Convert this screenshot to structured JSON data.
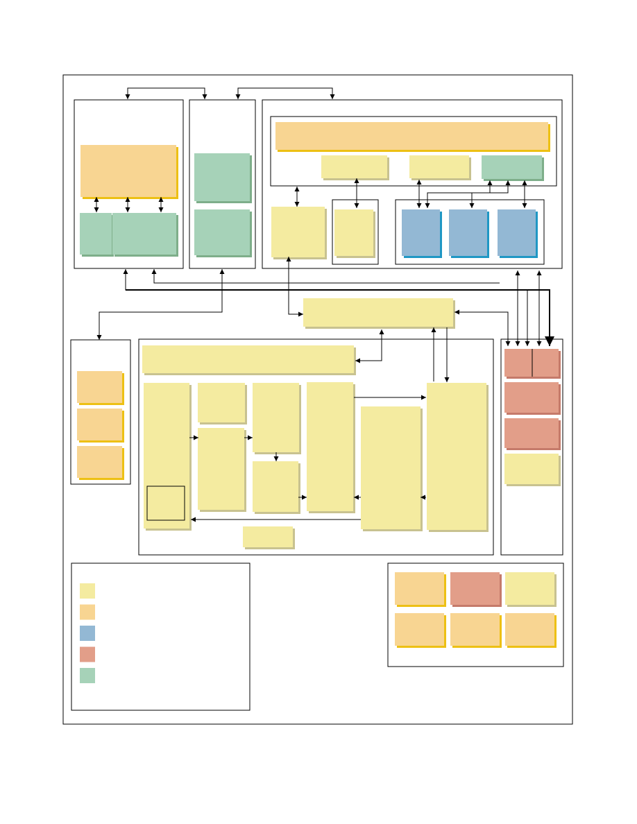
{
  "colors": {
    "light_yellow": "#f4eba0",
    "light_yellow_shadow": "#c8c290",
    "orange": "#f8d592",
    "orange_shadow": "#edc014",
    "blue": "#93b8d4",
    "blue_shadow": "#1f97c4",
    "red": "#e29e89",
    "red_shadow": "#c57a6a",
    "green": "#a6d2b8",
    "green_shadow": "#7eae8a",
    "outline": "#000000"
  },
  "legend": {
    "swatches": [
      {
        "color": "light_yellow",
        "label": ""
      },
      {
        "color": "orange",
        "label": ""
      },
      {
        "color": "blue",
        "label": ""
      },
      {
        "color": "red",
        "label": ""
      },
      {
        "color": "green",
        "label": ""
      }
    ]
  },
  "palette_grid": [
    "orange",
    "red",
    "light_yellow",
    "orange",
    "orange",
    "orange"
  ]
}
